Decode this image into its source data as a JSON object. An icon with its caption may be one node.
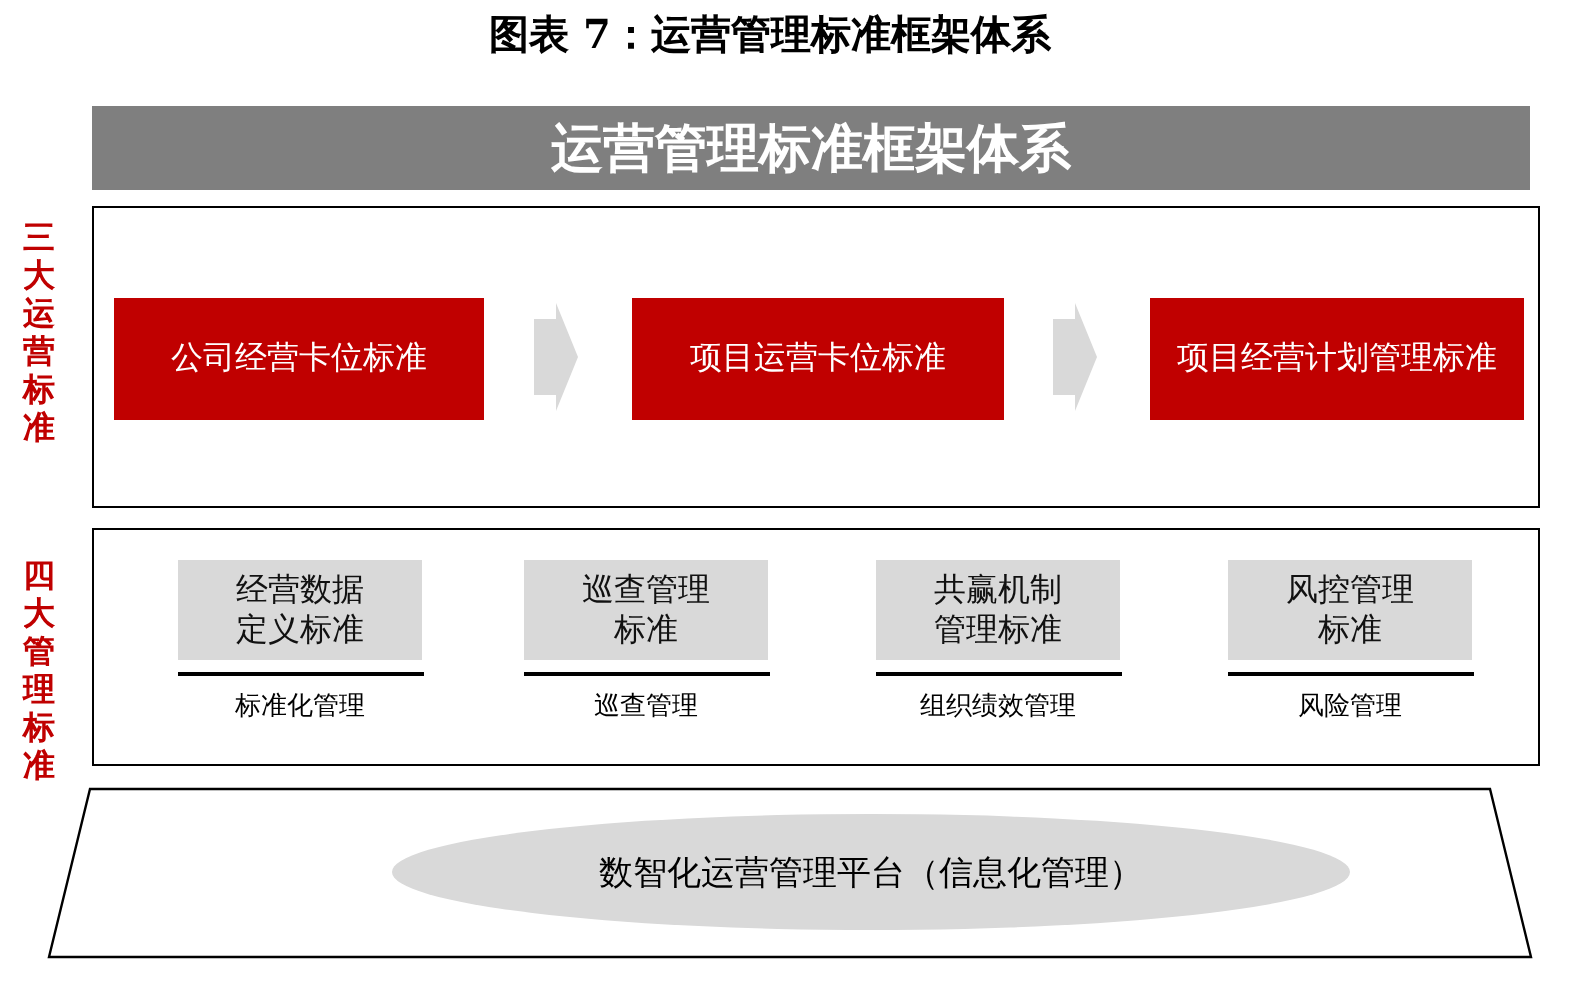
{
  "diagram": {
    "title": "图表 7：运营管理标准框架体系",
    "nodes": [
      {
        "text": [
          "运营管理标准框架体系"
        ]
      },
      {
        "text": [
          "三大运营标准"
        ]
      },
      {
        "text": [
          "公司经营卡位标准"
        ],
        "in": 1
      },
      {
        "text": [
          "项目运营卡位标准"
        ],
        "in": 1
      },
      {
        "text": [
          "项目经营计划管理标准"
        ],
        "in": 1
      },
      {
        "text": [
          "四大管理标准"
        ]
      },
      {
        "text": [
          "经营数据定义标准"
        ],
        "in": 5,
        "beside": [
          "标准化管理"
        ]
      },
      {
        "text": [
          "巡查管理标准"
        ],
        "in": 5,
        "beside": [
          "巡查管理"
        ]
      },
      {
        "text": [
          "共赢机制管理标准"
        ],
        "in": 5,
        "beside": [
          "组织绩效管理"
        ]
      },
      {
        "text": [
          "风控管理标准"
        ],
        "in": 5,
        "beside": [
          "风险管理"
        ]
      },
      {
        "text": [],
        "shape": "trapezoid"
      },
      {
        "text": [
          "数智化运营管理平台（信息化管理）"
        ],
        "in": 10
      }
    ],
    "edges": [
      {
        "from": 2,
        "to": 3,
        "arrow": "to"
      },
      {
        "from": 3,
        "to": 4,
        "arrow": "to"
      }
    ]
  }
}
